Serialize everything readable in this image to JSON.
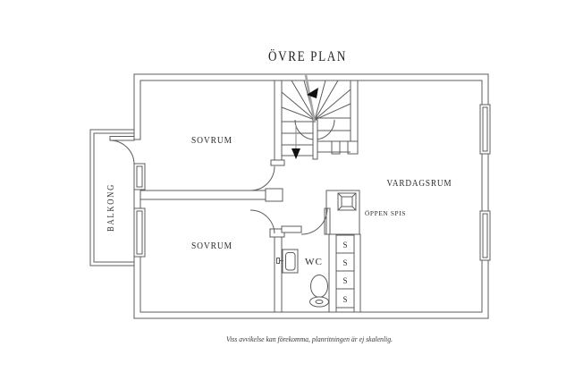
{
  "title": "ÖVRE PLAN",
  "plan": {
    "rooms": {
      "bedroom_top": {
        "label": "SOVRUM"
      },
      "bedroom_bottom": {
        "label": "SOVRUM"
      },
      "living_room": {
        "label": "VARDAGSRUM"
      },
      "wc": {
        "label": "WC"
      },
      "balcony": {
        "label": "BALKONG"
      },
      "fireplace": {
        "label": "ÖPPEN SPIS"
      }
    },
    "closets": [
      "S",
      "S",
      "S",
      "S"
    ],
    "icons": {
      "stairs_up_arrow": "filled-triangle-up",
      "stairs_down_arrow": "filled-triangle-down"
    }
  },
  "footer": {
    "disclaimer": "Viss avvikelse kan förekomma, planritningen är ej skalenlig."
  },
  "colors": {
    "line": "#5c5c5c",
    "text": "#2b2b2b",
    "walk_line": "#a6a6a6",
    "background": "#ffffff"
  }
}
